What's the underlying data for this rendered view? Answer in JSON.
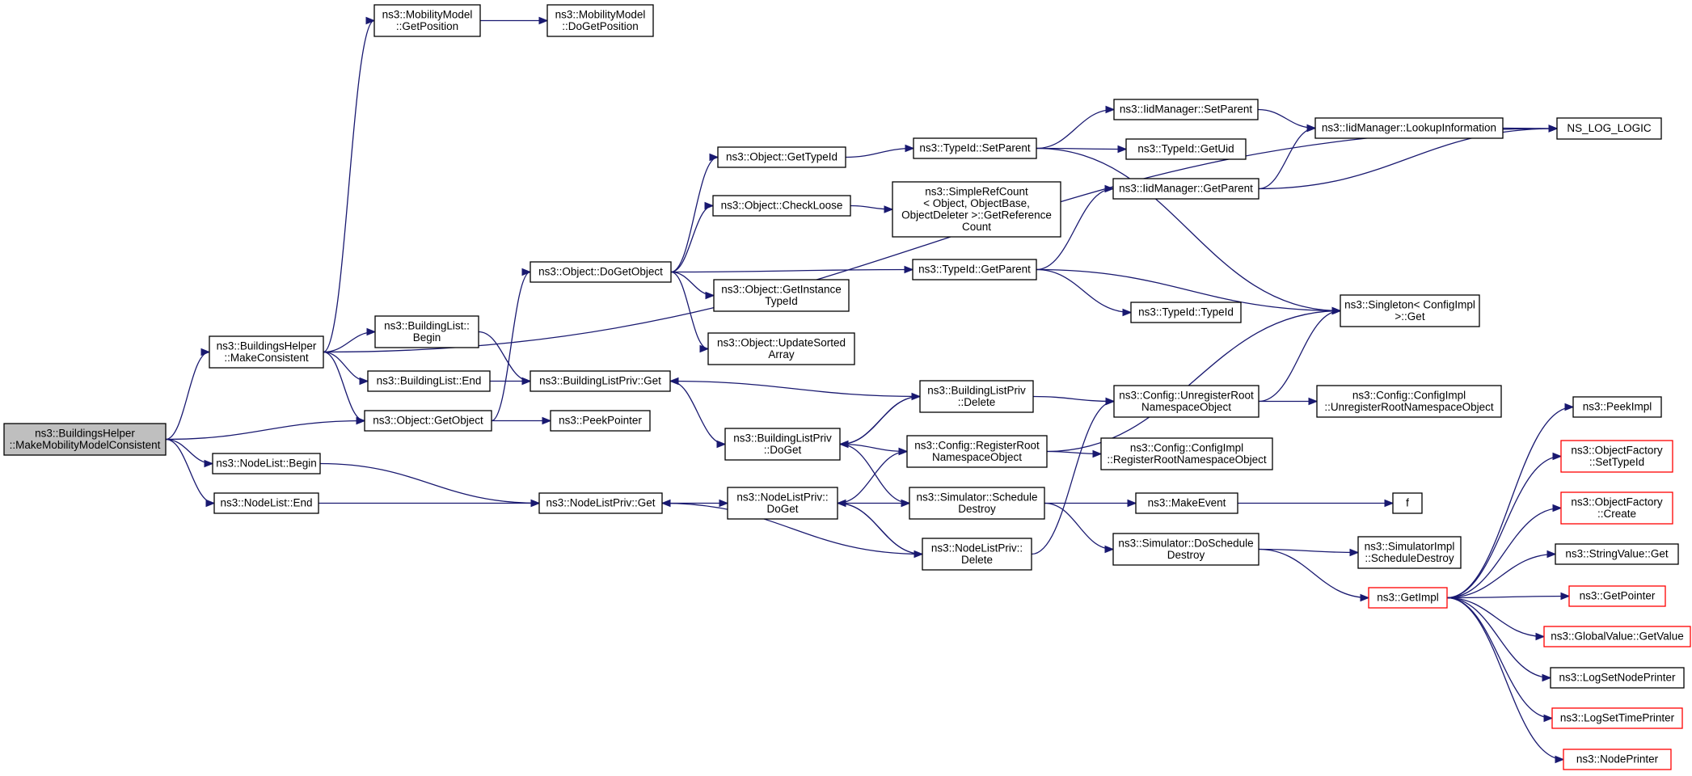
{
  "title": "",
  "colors": {
    "edge": "#191970",
    "node_border": "#000000",
    "node_border_truncated": "#ff0000",
    "focus_fill": "#bfbfbf",
    "node_fill": "#ffffff"
  },
  "nodes": [
    {
      "id": "root",
      "lines": [
        "ns3::BuildingsHelper",
        "::MakeMobilityModelConsistent"
      ],
      "style": "focus"
    },
    {
      "id": "mc",
      "lines": [
        "ns3::BuildingsHelper",
        "::MakeConsistent"
      ],
      "style": "normal"
    },
    {
      "id": "mmgp",
      "lines": [
        "ns3::MobilityModel",
        "::GetPosition"
      ],
      "style": "normal"
    },
    {
      "id": "mmdgp",
      "lines": [
        "ns3::MobilityModel",
        "::DoGetPosition"
      ],
      "style": "normal"
    },
    {
      "id": "nslog",
      "lines": [
        "NS_LOG_LOGIC"
      ],
      "style": "normal"
    },
    {
      "id": "blb",
      "lines": [
        "ns3::BuildingList::",
        "Begin"
      ],
      "style": "normal"
    },
    {
      "id": "ble",
      "lines": [
        "ns3::BuildingList::End"
      ],
      "style": "normal"
    },
    {
      "id": "ogo",
      "lines": [
        "ns3::Object::GetObject"
      ],
      "style": "normal"
    },
    {
      "id": "peek",
      "lines": [
        "ns3::PeekPointer"
      ],
      "style": "normal"
    },
    {
      "id": "odgo",
      "lines": [
        "ns3::Object::DoGetObject"
      ],
      "style": "normal"
    },
    {
      "id": "ogti",
      "lines": [
        "ns3::Object::GetTypeId"
      ],
      "style": "normal"
    },
    {
      "id": "ocl",
      "lines": [
        "ns3::Object::CheckLoose"
      ],
      "style": "normal"
    },
    {
      "id": "ogiti",
      "lines": [
        "ns3::Object::GetInstance",
        "TypeId"
      ],
      "style": "normal"
    },
    {
      "id": "ousa",
      "lines": [
        "ns3::Object::UpdateSorted",
        "Array"
      ],
      "style": "normal"
    },
    {
      "id": "src",
      "lines": [
        "ns3::SimpleRefCount",
        "< Object, ObjectBase,",
        "ObjectDeleter >::GetReference",
        "Count"
      ],
      "style": "normal"
    },
    {
      "id": "tisp",
      "lines": [
        "ns3::TypeId::SetParent"
      ],
      "style": "normal"
    },
    {
      "id": "tigp",
      "lines": [
        "ns3::TypeId::GetParent"
      ],
      "style": "normal"
    },
    {
      "id": "imsp",
      "lines": [
        "ns3::IidManager::SetParent"
      ],
      "style": "normal"
    },
    {
      "id": "tigu",
      "lines": [
        "ns3::TypeId::GetUid"
      ],
      "style": "normal"
    },
    {
      "id": "imgp",
      "lines": [
        "ns3::IidManager::GetParent"
      ],
      "style": "normal"
    },
    {
      "id": "tiid",
      "lines": [
        "ns3::TypeId::TypeId"
      ],
      "style": "normal"
    },
    {
      "id": "imli",
      "lines": [
        "ns3::IidManager::LookupInformation"
      ],
      "style": "normal"
    },
    {
      "id": "sing",
      "lines": [
        "ns3::Singleton< ConfigImpl",
        ">::Get"
      ],
      "style": "normal"
    },
    {
      "id": "nlb",
      "lines": [
        "ns3::NodeList::Begin"
      ],
      "style": "normal"
    },
    {
      "id": "nle",
      "lines": [
        "ns3::NodeList::End"
      ],
      "style": "normal"
    },
    {
      "id": "blpg",
      "lines": [
        "ns3::BuildingListPriv::Get"
      ],
      "style": "normal"
    },
    {
      "id": "blpdg",
      "lines": [
        "ns3::BuildingListPriv",
        "::DoGet"
      ],
      "style": "normal"
    },
    {
      "id": "blpd",
      "lines": [
        "ns3::BuildingListPriv",
        "::Delete"
      ],
      "style": "normal"
    },
    {
      "id": "nlpg",
      "lines": [
        "ns3::NodeListPriv::Get"
      ],
      "style": "normal"
    },
    {
      "id": "nlpdg",
      "lines": [
        "ns3::NodeListPriv::",
        "DoGet"
      ],
      "style": "normal"
    },
    {
      "id": "nlpd",
      "lines": [
        "ns3::NodeListPriv::",
        "Delete"
      ],
      "style": "normal"
    },
    {
      "id": "crrno",
      "lines": [
        "ns3::Config::RegisterRoot",
        "NamespaceObject"
      ],
      "style": "normal"
    },
    {
      "id": "ssd",
      "lines": [
        "ns3::Simulator::Schedule",
        "Destroy"
      ],
      "style": "normal"
    },
    {
      "id": "curno",
      "lines": [
        "ns3::Config::UnregisterRoot",
        "NamespaceObject"
      ],
      "style": "normal"
    },
    {
      "id": "cciu",
      "lines": [
        "ns3::Config::ConfigImpl",
        "::UnregisterRootNamespaceObject"
      ],
      "style": "normal"
    },
    {
      "id": "ccir",
      "lines": [
        "ns3::Config::ConfigImpl",
        "::RegisterRootNamespaceObject"
      ],
      "style": "normal"
    },
    {
      "id": "me",
      "lines": [
        "ns3::MakeEvent"
      ],
      "style": "normal"
    },
    {
      "id": "f",
      "lines": [
        "f"
      ],
      "style": "normal"
    },
    {
      "id": "sdsd",
      "lines": [
        "ns3::Simulator::DoSchedule",
        "Destroy"
      ],
      "style": "normal"
    },
    {
      "id": "sisd",
      "lines": [
        "ns3::SimulatorImpl",
        "::ScheduleDestroy"
      ],
      "style": "normal"
    },
    {
      "id": "gi",
      "lines": [
        "ns3::GetImpl"
      ],
      "style": "truncated"
    },
    {
      "id": "pi",
      "lines": [
        "ns3::PeekImpl"
      ],
      "style": "normal"
    },
    {
      "id": "ofst",
      "lines": [
        "ns3::ObjectFactory",
        "::SetTypeId"
      ],
      "style": "truncated"
    },
    {
      "id": "ofc",
      "lines": [
        "ns3::ObjectFactory",
        "::Create"
      ],
      "style": "truncated"
    },
    {
      "id": "svg",
      "lines": [
        "ns3::StringValue::Get"
      ],
      "style": "normal"
    },
    {
      "id": "gp",
      "lines": [
        "ns3::GetPointer"
      ],
      "style": "truncated"
    },
    {
      "id": "gvgv",
      "lines": [
        "ns3::GlobalValue::GetValue"
      ],
      "style": "truncated"
    },
    {
      "id": "lsnp",
      "lines": [
        "ns3::LogSetNodePrinter"
      ],
      "style": "normal"
    },
    {
      "id": "lstp",
      "lines": [
        "ns3::LogSetTimePrinter"
      ],
      "style": "truncated"
    },
    {
      "id": "np",
      "lines": [
        "ns3::NodePrinter"
      ],
      "style": "truncated"
    }
  ],
  "edges": [
    [
      "root",
      "mc"
    ],
    [
      "root",
      "ogo"
    ],
    [
      "root",
      "nlb"
    ],
    [
      "root",
      "nle"
    ],
    [
      "mc",
      "mmgp"
    ],
    [
      "mc",
      "nslog"
    ],
    [
      "mc",
      "blb"
    ],
    [
      "mc",
      "ble"
    ],
    [
      "mc",
      "ogo"
    ],
    [
      "mmgp",
      "mmdgp"
    ],
    [
      "blb",
      "blpg"
    ],
    [
      "ble",
      "blpg"
    ],
    [
      "ogo",
      "odgo"
    ],
    [
      "ogo",
      "peek"
    ],
    [
      "odgo",
      "ogti"
    ],
    [
      "odgo",
      "ocl"
    ],
    [
      "odgo",
      "tigp"
    ],
    [
      "odgo",
      "ogiti"
    ],
    [
      "odgo",
      "ousa"
    ],
    [
      "ogti",
      "tisp"
    ],
    [
      "ocl",
      "src"
    ],
    [
      "tisp",
      "imsp"
    ],
    [
      "tisp",
      "tigu"
    ],
    [
      "tisp",
      "sing"
    ],
    [
      "imsp",
      "imli"
    ],
    [
      "imli",
      "nslog"
    ],
    [
      "imgp",
      "imli"
    ],
    [
      "imgp",
      "nslog"
    ],
    [
      "tigp",
      "imgp"
    ],
    [
      "tigp",
      "tiid"
    ],
    [
      "tigp",
      "sing"
    ],
    [
      "nlb",
      "nlpg"
    ],
    [
      "nle",
      "nlpg"
    ],
    [
      "blpg",
      "blpdg"
    ],
    [
      "blpdg",
      "blpd"
    ],
    [
      "blpdg",
      "crrno"
    ],
    [
      "blpdg",
      "ssd"
    ],
    [
      "blpd",
      "blpg"
    ],
    [
      "blpd",
      "blpdg"
    ],
    [
      "blpd",
      "curno"
    ],
    [
      "nlpg",
      "nlpdg"
    ],
    [
      "nlpdg",
      "crrno"
    ],
    [
      "nlpdg",
      "ssd"
    ],
    [
      "nlpdg",
      "nlpd"
    ],
    [
      "nlpd",
      "nlpg"
    ],
    [
      "nlpd",
      "nlpdg"
    ],
    [
      "nlpd",
      "curno"
    ],
    [
      "crrno",
      "sing"
    ],
    [
      "crrno",
      "ccir"
    ],
    [
      "curno",
      "sing"
    ],
    [
      "curno",
      "cciu"
    ],
    [
      "ssd",
      "me"
    ],
    [
      "ssd",
      "sdsd"
    ],
    [
      "me",
      "f"
    ],
    [
      "sdsd",
      "sisd"
    ],
    [
      "sdsd",
      "gi"
    ],
    [
      "gi",
      "pi"
    ],
    [
      "gi",
      "ofst"
    ],
    [
      "gi",
      "ofc"
    ],
    [
      "gi",
      "svg"
    ],
    [
      "gi",
      "gp"
    ],
    [
      "gi",
      "gvgv"
    ],
    [
      "gi",
      "lsnp"
    ],
    [
      "gi",
      "lstp"
    ],
    [
      "gi",
      "np"
    ]
  ]
}
